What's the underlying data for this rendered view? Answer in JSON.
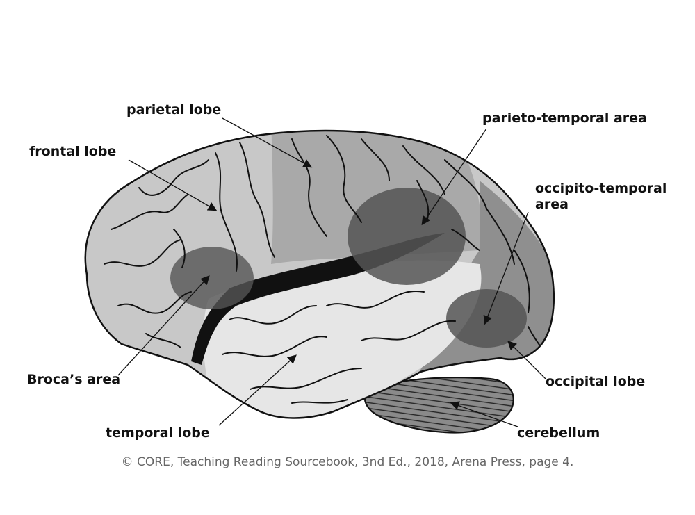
{
  "labels": {
    "parietal": "parietal lobe",
    "frontal": "frontal lobe",
    "parieto_temporal": "parieto-temporal area",
    "occipito_temporal": "occipito-temporal area",
    "broca": "Broca’s area",
    "temporal": "temporal lobe",
    "occipital": "occipital lobe",
    "cerebellum": "cerebellum"
  },
  "credit": "© CORE, Teaching Reading Sourcebook, 3nd Ed., 2018, Arena Press, page 4.",
  "colors": {
    "frontal_fill": "#c8c8c8",
    "parietal_fill": "#a9a9a9",
    "temporal_fill": "#e6e6e6",
    "occipital_fill": "#8f8f8f",
    "highlight_area": "#555555",
    "cerebellum_fill": "#8a8a8a",
    "outline": "#111111",
    "label_text": "#111111",
    "credit_text": "#666666"
  }
}
